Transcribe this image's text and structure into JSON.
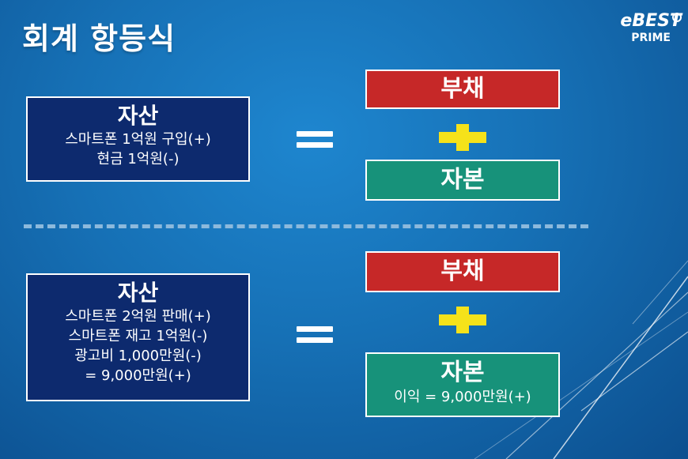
{
  "title": "회계 항등식",
  "logo": {
    "line1": "eBEST",
    "line2": "PRIME"
  },
  "top": {
    "asset": {
      "head": "자산",
      "lines": [
        "스마트폰 1억원 구입(+)",
        "현금 1억원(-)"
      ]
    },
    "liability": "부채",
    "equity": {
      "head": "자본"
    }
  },
  "bottom": {
    "asset": {
      "head": "자산",
      "lines": [
        "스마트폰 2억원 판매(+)",
        "스마트폰 재고 1억원(-)",
        "광고비 1,000만원(-)",
        "= 9,000만원(+)"
      ]
    },
    "liability": "부채",
    "equity": {
      "head": "자본",
      "sub": "이익 = 9,000만원(+)"
    }
  },
  "colors": {
    "asset_bg": "#0d2a6e",
    "liability_bg": "#c62828",
    "equity_bg": "#17927a",
    "plus": "#f5e21a"
  }
}
